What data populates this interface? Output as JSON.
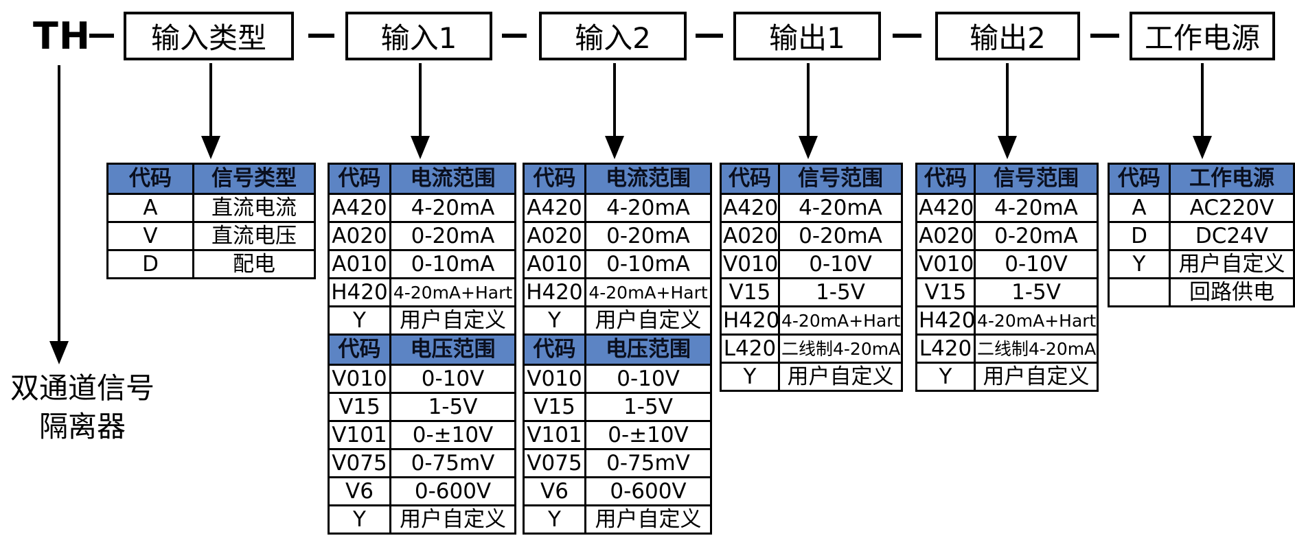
{
  "title": {
    "prefix": "TH"
  },
  "icons": {
    "down_arrow": "▼",
    "connector_dash": "—"
  },
  "colors": {
    "header_bg": "#5c84c4",
    "border": "#000000",
    "background": "#ffffff"
  },
  "top_boxes": [
    {
      "label": "输入类型"
    },
    {
      "label": "输入1"
    },
    {
      "label": "输入2"
    },
    {
      "label": "输出1"
    },
    {
      "label": "输出2"
    },
    {
      "label": "工作电源"
    }
  ],
  "product_label": {
    "line1": "双通道信号",
    "line2": "隔离器"
  },
  "tables": [
    {
      "name": "input-type",
      "sections": [
        {
          "header": [
            "代码",
            "信号类型"
          ],
          "rows": [
            [
              "A",
              "直流电流"
            ],
            [
              "V",
              "直流电压"
            ],
            [
              "D",
              "配电"
            ]
          ]
        }
      ]
    },
    {
      "name": "input-1",
      "sections": [
        {
          "header": [
            "代码",
            "电流范围"
          ],
          "rows": [
            [
              "A420",
              "4-20mA"
            ],
            [
              "A020",
              "0-20mA"
            ],
            [
              "A010",
              "0-10mA"
            ],
            [
              "H420",
              "4-20mA+Hart"
            ],
            [
              "Y",
              "用户自定义"
            ]
          ]
        },
        {
          "header": [
            "代码",
            "电压范围"
          ],
          "rows": [
            [
              "V010",
              "0-10V"
            ],
            [
              "V15",
              "1-5V"
            ],
            [
              "V101",
              "0-±10V"
            ],
            [
              "V075",
              "0-75mV"
            ],
            [
              "V6",
              "0-600V"
            ],
            [
              "Y",
              "用户自定义"
            ]
          ]
        }
      ]
    },
    {
      "name": "input-2",
      "sections": [
        {
          "header": [
            "代码",
            "电流范围"
          ],
          "rows": [
            [
              "A420",
              "4-20mA"
            ],
            [
              "A020",
              "0-20mA"
            ],
            [
              "A010",
              "0-10mA"
            ],
            [
              "H420",
              "4-20mA+Hart"
            ],
            [
              "Y",
              "用户自定义"
            ]
          ]
        },
        {
          "header": [
            "代码",
            "电压范围"
          ],
          "rows": [
            [
              "V010",
              "0-10V"
            ],
            [
              "V15",
              "1-5V"
            ],
            [
              "V101",
              "0-±10V"
            ],
            [
              "V075",
              "0-75mV"
            ],
            [
              "V6",
              "0-600V"
            ],
            [
              "Y",
              "用户自定义"
            ]
          ]
        }
      ]
    },
    {
      "name": "output-1",
      "sections": [
        {
          "header": [
            "代码",
            "信号范围"
          ],
          "rows": [
            [
              "A420",
              "4-20mA"
            ],
            [
              "A020",
              "0-20mA"
            ],
            [
              "V010",
              "0-10V"
            ],
            [
              "V15",
              "1-5V"
            ],
            [
              "H420",
              "4-20mA+Hart"
            ],
            [
              "L420",
              "二线制4-20mA"
            ],
            [
              "Y",
              "用户自定义"
            ]
          ]
        }
      ]
    },
    {
      "name": "output-2",
      "sections": [
        {
          "header": [
            "代码",
            "信号范围"
          ],
          "rows": [
            [
              "A420",
              "4-20mA"
            ],
            [
              "A020",
              "0-20mA"
            ],
            [
              "V010",
              "0-10V"
            ],
            [
              "V15",
              "1-5V"
            ],
            [
              "H420",
              "4-20mA+Hart"
            ],
            [
              "L420",
              "二线制4-20mA"
            ],
            [
              "Y",
              "用户自定义"
            ]
          ]
        }
      ]
    },
    {
      "name": "power-supply",
      "sections": [
        {
          "header": [
            "代码",
            "工作电源"
          ],
          "rows": [
            [
              "A",
              "AC220V"
            ],
            [
              "D",
              "DC24V"
            ],
            [
              "Y",
              "用户自定义"
            ],
            [
              "",
              "回路供电"
            ]
          ]
        }
      ]
    }
  ]
}
